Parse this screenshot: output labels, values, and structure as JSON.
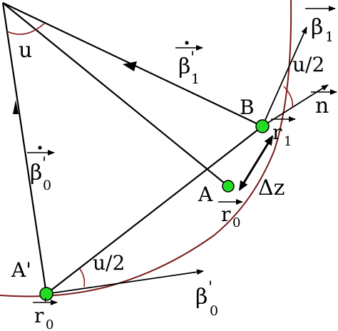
{
  "colors": {
    "curve": "#7a1a1a",
    "point": "#22dd22",
    "line": "#000000",
    "angle_arc": "#8b1c1c"
  },
  "labels": {
    "u": "u",
    "beta1_dot_prime": "β",
    "beta1_dot_prime_sub": "1",
    "beta0_dot_prime": "β",
    "beta0_dot_prime_sub": "0",
    "beta1": "β",
    "beta1_sub": "1",
    "u_half_top": "u/2",
    "n": "n",
    "B": "B",
    "r1": "r",
    "r1_sub": "1",
    "A": "A",
    "r0": "r",
    "r0_sub": "0",
    "delta_z": "Δz",
    "A_prime": "A'",
    "u_half_bottom": "u/2",
    "r0_prime": "r",
    "r0_prime_sub": "0",
    "beta0_prime": "β",
    "beta0_prime_sub": "0",
    "prime": "'"
  }
}
